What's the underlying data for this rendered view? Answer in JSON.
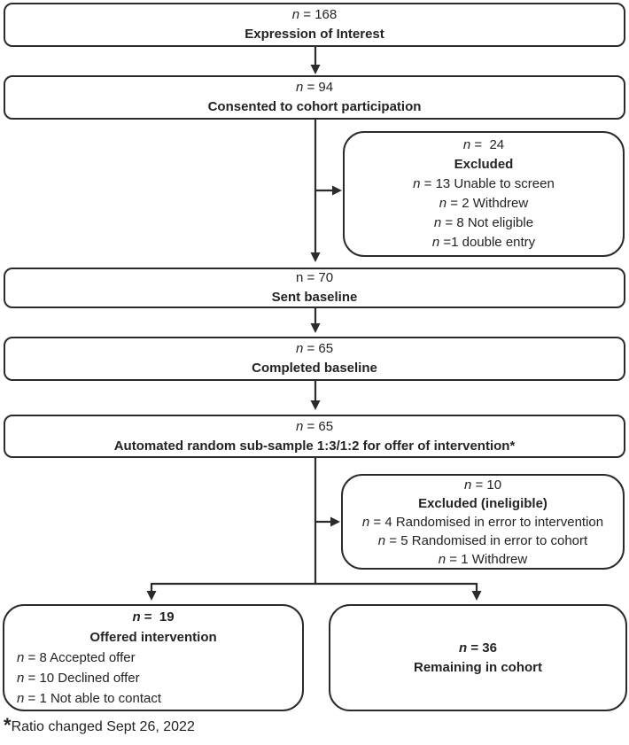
{
  "flow": {
    "expression_of_interest": {
      "n_prefix": "n",
      "n_value": " = 168",
      "label": "Expression of Interest"
    },
    "consented": {
      "n_prefix": "n",
      "n_value": " = 94",
      "label": "Consented to cohort participation"
    },
    "excluded_screening": {
      "n_prefix": "n",
      "n_value": " =  24",
      "label": "Excluded",
      "reasons": [
        {
          "prefix": "n",
          "text": " = 13 Unable to screen"
        },
        {
          "prefix": "n",
          "text": " = 2 Withdrew"
        },
        {
          "prefix": "n",
          "text": " = 8 Not eligible"
        },
        {
          "prefix": "n",
          "text": " =1 double entry"
        }
      ]
    },
    "sent_baseline": {
      "n_prefix": "n",
      "n_value": " = 70",
      "label": "Sent baseline"
    },
    "completed_baseline": {
      "n_prefix": "n",
      "n_value": " = 65",
      "label": "Completed baseline"
    },
    "random_subsample": {
      "n_prefix": "n",
      "n_value": " = 65",
      "label": "Automated random sub-sample 1:3/1:2 for offer of intervention*"
    },
    "excluded_ineligible": {
      "n_prefix": "n",
      "n_value": " = 10",
      "label": "Excluded (ineligible)",
      "reasons": [
        {
          "prefix": "n",
          "text": " = 4 Randomised in error to intervention"
        },
        {
          "prefix": "n",
          "text": " = 5 Randomised in error to cohort"
        },
        {
          "prefix": "n",
          "text": " = 1 Withdrew"
        }
      ]
    },
    "offered_intervention": {
      "n_prefix": "n",
      "n_value": " =  19",
      "label": "Offered intervention",
      "reasons": [
        {
          "prefix": "n",
          "text": " = 8 Accepted offer"
        },
        {
          "prefix": "n",
          "text": " = 10 Declined offer"
        },
        {
          "prefix": "n",
          "text": " = 1 Not able to contact"
        }
      ]
    },
    "remaining_in_cohort": {
      "n_prefix": "n",
      "n_value": " = 36",
      "label": "Remaining in cohort"
    }
  },
  "footnote": {
    "marker": "*",
    "text": "Ratio changed Sept 26, 2022"
  },
  "colors": {
    "line": "#2b2b2b",
    "text": "#232323",
    "background": "#ffffff"
  }
}
